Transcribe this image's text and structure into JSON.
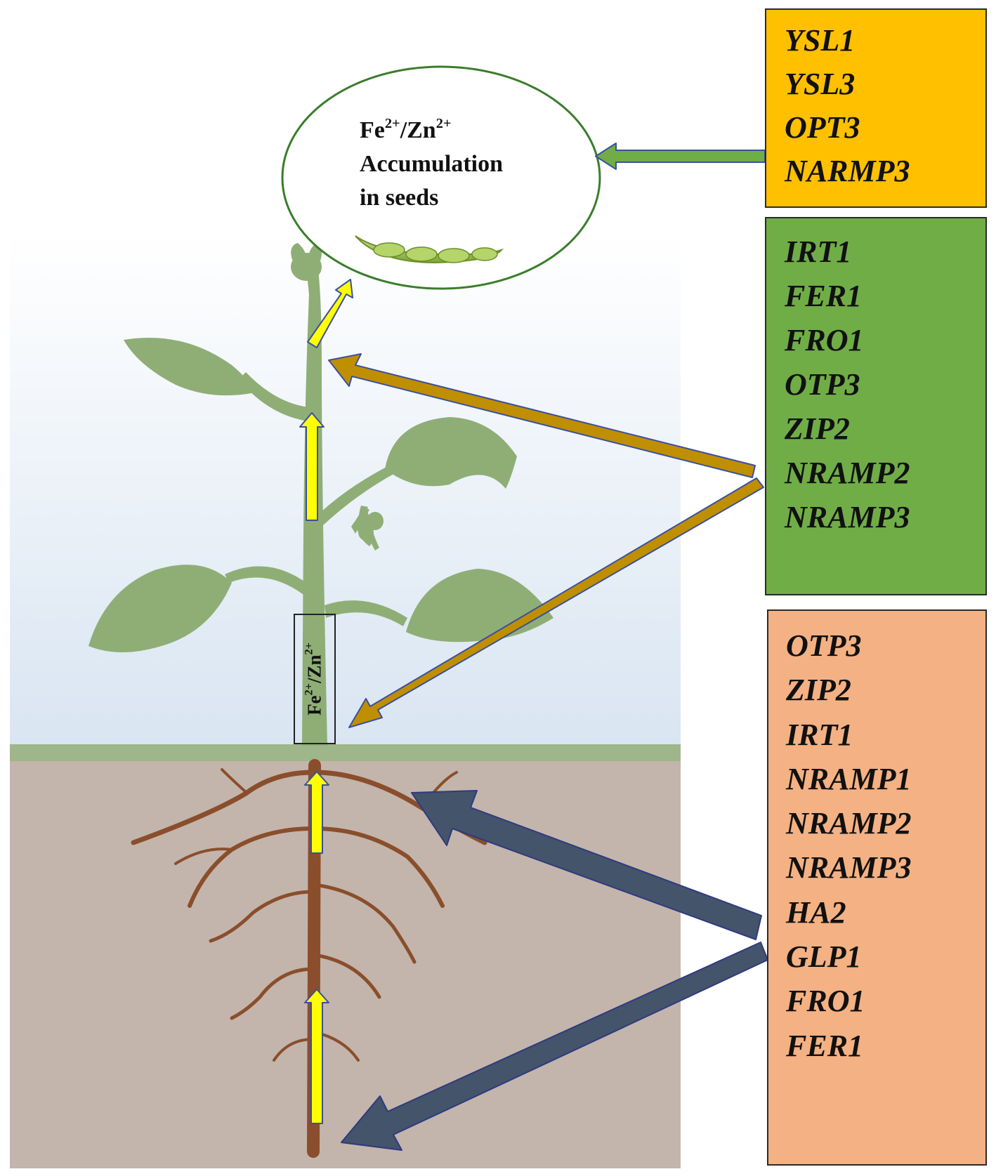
{
  "seed_bubble": {
    "ion": "Fe2+/Zn2+",
    "ion_base1": "Fe",
    "ion_sup1": "2+",
    "ion_mid": "/Zn",
    "ion_sup2": "2+",
    "line2": "Accumulation",
    "line3": "in seeds"
  },
  "stem_label": {
    "ion": "Fe2+/Zn2+",
    "ion_base1": "Fe",
    "ion_sup1": "2+",
    "ion_mid": "/Zn",
    "ion_sup2": "2+"
  },
  "gene_groups": [
    {
      "target": "seeds",
      "color": "#ffc000",
      "genes": [
        "YSL1",
        "YSL3",
        "OPT3",
        "NARMP3"
      ]
    },
    {
      "target": "shoot",
      "color": "#70ad47",
      "genes": [
        "IRT1",
        "FER1",
        "FRO1",
        "OTP3",
        "ZIP2",
        "NRAMP2",
        "NRAMP3"
      ]
    },
    {
      "target": "root",
      "color": "#f4b183",
      "genes": [
        "OTP3",
        "ZIP2",
        "IRT1",
        "NRAMP1",
        "NRAMP2",
        "NRAMP3",
        "HA2",
        "GLP1",
        "FRO1",
        "FER1"
      ]
    }
  ],
  "colors": {
    "sky_top": "#ffffff",
    "sky_bottom": "#d9e5f2",
    "soil": "#c3b5ab",
    "ground_line": "#9fb58a",
    "plant_green": "#8eae76",
    "root_brown": "#8a4e2c",
    "transport_arrow": "#ffff00",
    "shoot_arrow": "#bf8f00",
    "root_arrow": "#44546a",
    "seed_arrow": "#70ad47",
    "bubble_stroke": "#3a7d2c"
  }
}
